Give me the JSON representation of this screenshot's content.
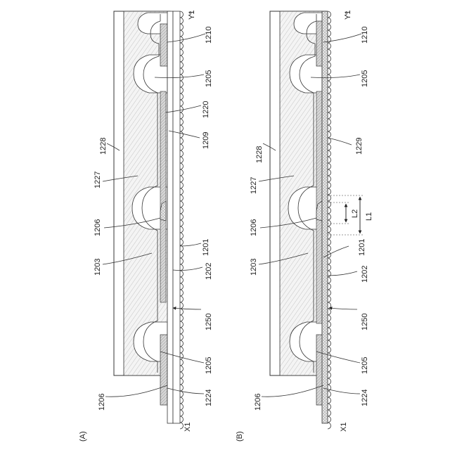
{
  "panels": [
    {
      "id": "A",
      "panel_label": "(A)",
      "labels": {
        "y1": "Y1",
        "x1": "X1",
        "l1210": "1210",
        "l1205a": "1205",
        "l1220": "1220",
        "l1209": "1209",
        "l1228": "1228",
        "l1227": "1227",
        "l1206a": "1206",
        "l1203": "1203",
        "l1201": "1201",
        "l1202": "1202",
        "l1250": "1250",
        "l1205b": "1205",
        "l1224": "1224",
        "l1206b": "1206"
      }
    },
    {
      "id": "B",
      "panel_label": "(B)",
      "labels": {
        "y1": "Y1",
        "x1": "X1",
        "l1210": "1210",
        "l1205a": "1205",
        "l1229": "1229",
        "l1228": "1228",
        "l1227": "1227",
        "L1": "L1",
        "L2": "L2",
        "l1206a": "1206",
        "l1203": "1203",
        "l1201": "1201",
        "l1202": "1202",
        "l1250": "1250",
        "l1205b": "1205",
        "l1224": "1224",
        "l1206b": "1206"
      }
    }
  ]
}
